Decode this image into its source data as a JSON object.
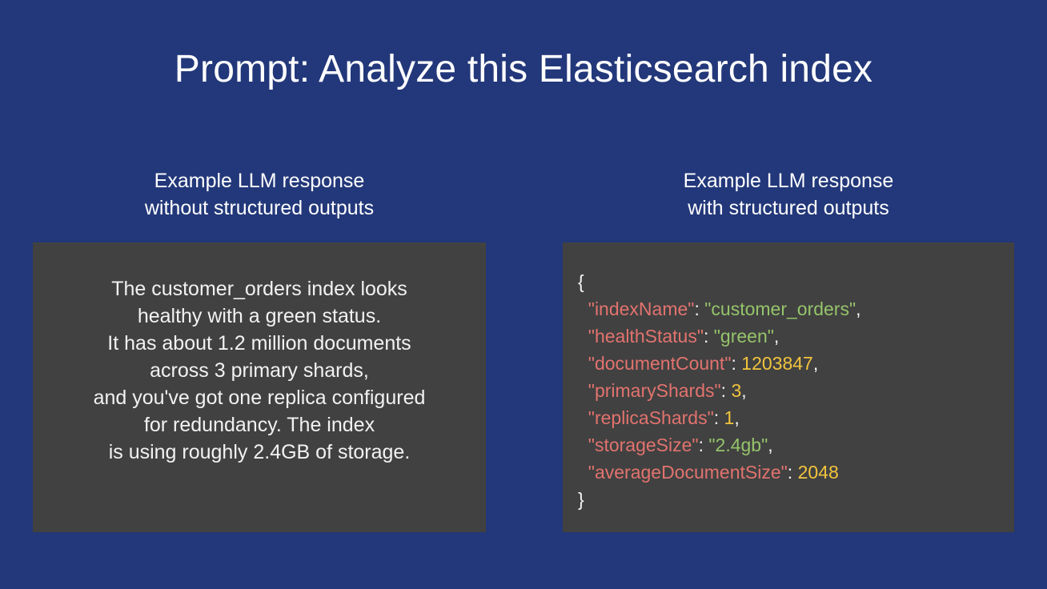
{
  "slide": {
    "title": "Prompt: Analyze this Elasticsearch index",
    "background_color": "#23387a",
    "panel_color": "#414141"
  },
  "columns": {
    "left": {
      "caption_line_1": "Example LLM response",
      "caption_line_2": "without structured outputs",
      "response_lines": [
        "The customer_orders index looks",
        "healthy with a green status.",
        "It has about 1.2 million documents",
        "across 3 primary shards,",
        "and you've got one replica configured",
        "for redundancy. The index",
        "is using roughly 2.4GB of storage."
      ]
    },
    "right": {
      "caption_line_1": "Example LLM response",
      "caption_line_2": "with structured outputs",
      "code_lines": [
        {
          "indent": "",
          "punct_open": "{"
        },
        {
          "indent": "  ",
          "key": "\"indexName\"",
          "colon": ": ",
          "str": "\"customer_orders\"",
          "tail": ","
        },
        {
          "indent": "  ",
          "key": "\"healthStatus\"",
          "colon": ": ",
          "str": "\"green\"",
          "tail": ","
        },
        {
          "indent": "  ",
          "key": "\"documentCount\"",
          "colon": ": ",
          "num": "1203847",
          "tail": ","
        },
        {
          "indent": "  ",
          "key": "\"primaryShards\"",
          "colon": ": ",
          "num": "3",
          "tail": ","
        },
        {
          "indent": "  ",
          "key": "\"replicaShards\"",
          "colon": ": ",
          "num": "1",
          "tail": ","
        },
        {
          "indent": "  ",
          "key": "\"storageSize\"",
          "colon": ": ",
          "str": "\"2.4gb\"",
          "tail": ","
        },
        {
          "indent": "  ",
          "key": "\"averageDocumentSize\"",
          "colon": ": ",
          "num": "2048",
          "tail": ""
        },
        {
          "indent": "",
          "punct_close": "}"
        }
      ],
      "json_values": {
        "indexName": "customer_orders",
        "healthStatus": "green",
        "documentCount": 1203847,
        "primaryShards": 3,
        "replicaShards": 1,
        "storageSize": "2.4gb",
        "averageDocumentSize": 2048
      },
      "syntax_colors": {
        "key": "#e2736e",
        "string": "#95c46a",
        "number": "#f2c43d",
        "punctuation": "#f5f5f5"
      }
    }
  }
}
